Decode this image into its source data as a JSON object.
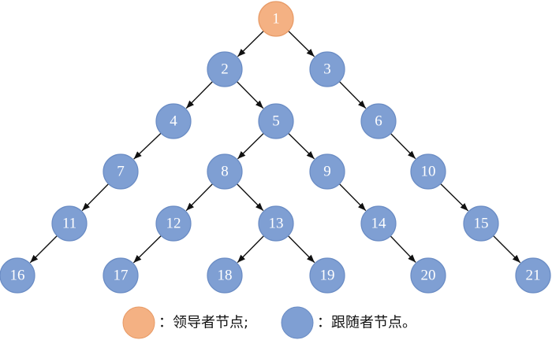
{
  "colors": {
    "leader_fill": "#F4B183",
    "leader_stroke": "#E79A66",
    "follower_fill": "#7F9FD3",
    "follower_stroke": "#6A8CC4",
    "edge": "#111111"
  },
  "nodes": [
    {
      "id": "1",
      "role": "leader"
    },
    {
      "id": "2",
      "role": "follower"
    },
    {
      "id": "3",
      "role": "follower"
    },
    {
      "id": "4",
      "role": "follower"
    },
    {
      "id": "5",
      "role": "follower"
    },
    {
      "id": "6",
      "role": "follower"
    },
    {
      "id": "7",
      "role": "follower"
    },
    {
      "id": "8",
      "role": "follower"
    },
    {
      "id": "9",
      "role": "follower"
    },
    {
      "id": "10",
      "role": "follower"
    },
    {
      "id": "11",
      "role": "follower"
    },
    {
      "id": "12",
      "role": "follower"
    },
    {
      "id": "13",
      "role": "follower"
    },
    {
      "id": "14",
      "role": "follower"
    },
    {
      "id": "15",
      "role": "follower"
    },
    {
      "id": "16",
      "role": "follower"
    },
    {
      "id": "17",
      "role": "follower"
    },
    {
      "id": "18",
      "role": "follower"
    },
    {
      "id": "19",
      "role": "follower"
    },
    {
      "id": "20",
      "role": "follower"
    },
    {
      "id": "21",
      "role": "follower"
    }
  ],
  "edges": [
    [
      "1",
      "2"
    ],
    [
      "1",
      "3"
    ],
    [
      "2",
      "4"
    ],
    [
      "2",
      "5"
    ],
    [
      "3",
      "6"
    ],
    [
      "4",
      "7"
    ],
    [
      "5",
      "8"
    ],
    [
      "5",
      "9"
    ],
    [
      "6",
      "10"
    ],
    [
      "7",
      "11"
    ],
    [
      "8",
      "12"
    ],
    [
      "8",
      "13"
    ],
    [
      "9",
      "14"
    ],
    [
      "10",
      "15"
    ],
    [
      "11",
      "16"
    ],
    [
      "12",
      "17"
    ],
    [
      "13",
      "18"
    ],
    [
      "13",
      "19"
    ],
    [
      "14",
      "20"
    ],
    [
      "15",
      "21"
    ]
  ],
  "legend": {
    "leader_label": "：领导者节点;",
    "follower_label": "：跟随者节点。"
  }
}
